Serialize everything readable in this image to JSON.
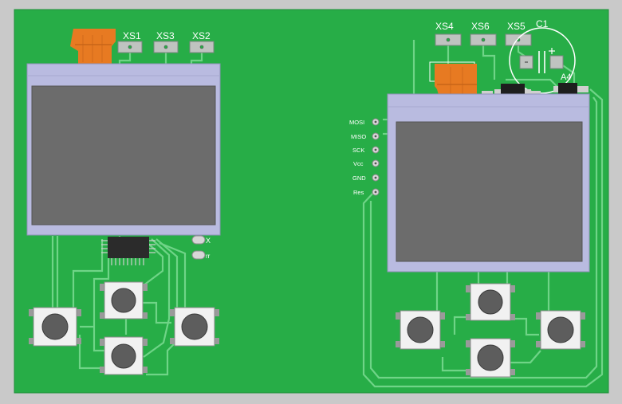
{
  "colors": {
    "background": "#c9c9c9",
    "board": "#27ad47",
    "trace": "#6fd487",
    "pad": "#bfc3c0",
    "lcd_frame": "#b9bbe0",
    "lcd_screen": "#6c6c6c",
    "ribbon": "#e77a22",
    "button_body": "#f1f1f1",
    "button_cap": "#5d5d5d",
    "chip": "#2b2b2b",
    "text": "#ffffff"
  },
  "board": {
    "left_connectors": [
      "XS1",
      "XS3",
      "XS2"
    ],
    "right_connectors": [
      "XS4",
      "XS6",
      "XS5"
    ],
    "capacitor_label": "C1",
    "regulator_label": "A4",
    "crystal_label": "X",
    "small_component_label": "rr",
    "spi_pins": [
      "MOSI",
      "MISO",
      "SCK",
      "Vcc",
      "GND",
      "Res"
    ]
  }
}
